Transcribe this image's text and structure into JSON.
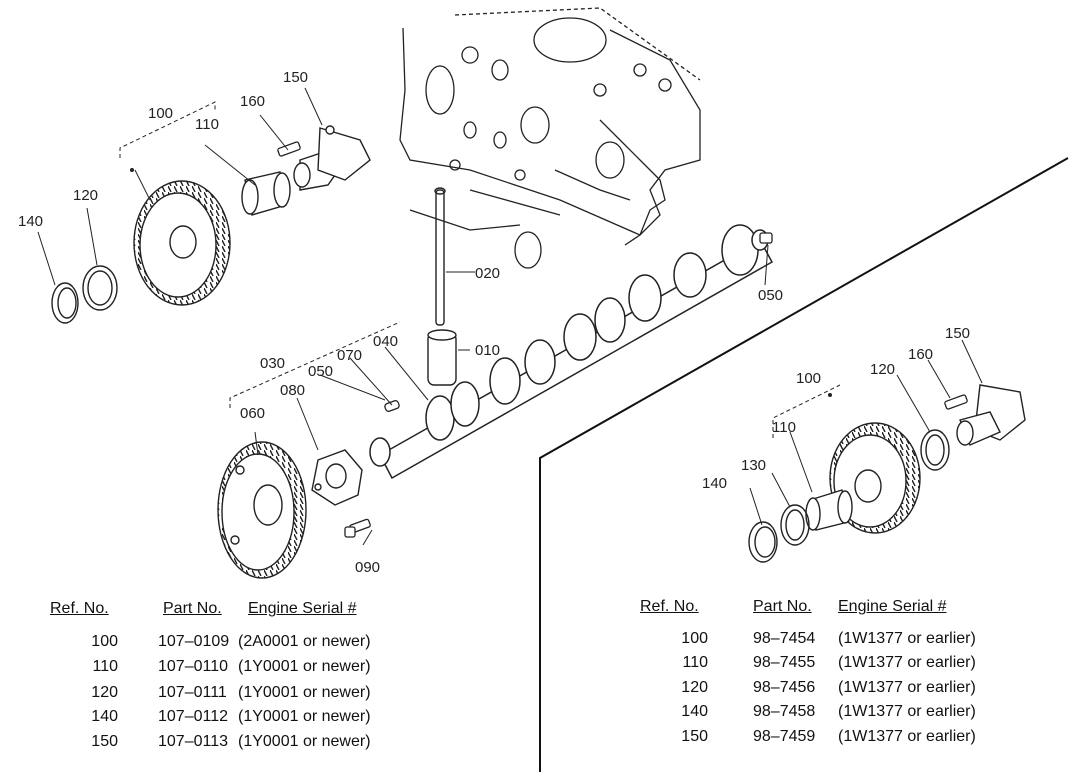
{
  "callouts_left": {
    "c100": "100",
    "c110": "110",
    "c120": "120",
    "c140": "140",
    "c150": "150",
    "c160": "160",
    "c010": "010",
    "c020": "020",
    "c030": "030",
    "c040": "040",
    "c050a": "050",
    "c050b": "050",
    "c060": "060",
    "c070": "070",
    "c080": "080",
    "c090": "090"
  },
  "callouts_right": {
    "c100": "100",
    "c110": "110",
    "c120": "120",
    "c130": "130",
    "c140": "140",
    "c150": "150",
    "c160": "160"
  },
  "table_left": {
    "headers": {
      "ref": "Ref. No.",
      "part": "Part No.",
      "serial": "Engine Serial #"
    },
    "rows": [
      {
        "ref": "100",
        "part": "107–0109",
        "serial": "(2A0001 or newer)"
      },
      {
        "ref": "110",
        "part": "107–0110",
        "serial": "(1Y0001 or newer)"
      },
      {
        "ref": "120",
        "part": "107–0111",
        "serial": "(1Y0001 or newer)"
      },
      {
        "ref": "140",
        "part": "107–0112",
        "serial": "(1Y0001 or newer)"
      },
      {
        "ref": "150",
        "part": "107–0113",
        "serial": "(1Y0001 or newer)"
      }
    ]
  },
  "table_right": {
    "headers": {
      "ref": "Ref. No.",
      "part": "Part No.",
      "serial": "Engine Serial #"
    },
    "rows": [
      {
        "ref": "100",
        "part": "98–7454",
        "serial": "(1W1377 or earlier)"
      },
      {
        "ref": "110",
        "part": "98–7455",
        "serial": "(1W1377 or earlier)"
      },
      {
        "ref": "120",
        "part": "98–7456",
        "serial": "(1W1377 or earlier)"
      },
      {
        "ref": "140",
        "part": "98–7458",
        "serial": "(1W1377 or earlier)"
      },
      {
        "ref": "150",
        "part": "98–7459",
        "serial": "(1W1377 or earlier)"
      }
    ]
  }
}
